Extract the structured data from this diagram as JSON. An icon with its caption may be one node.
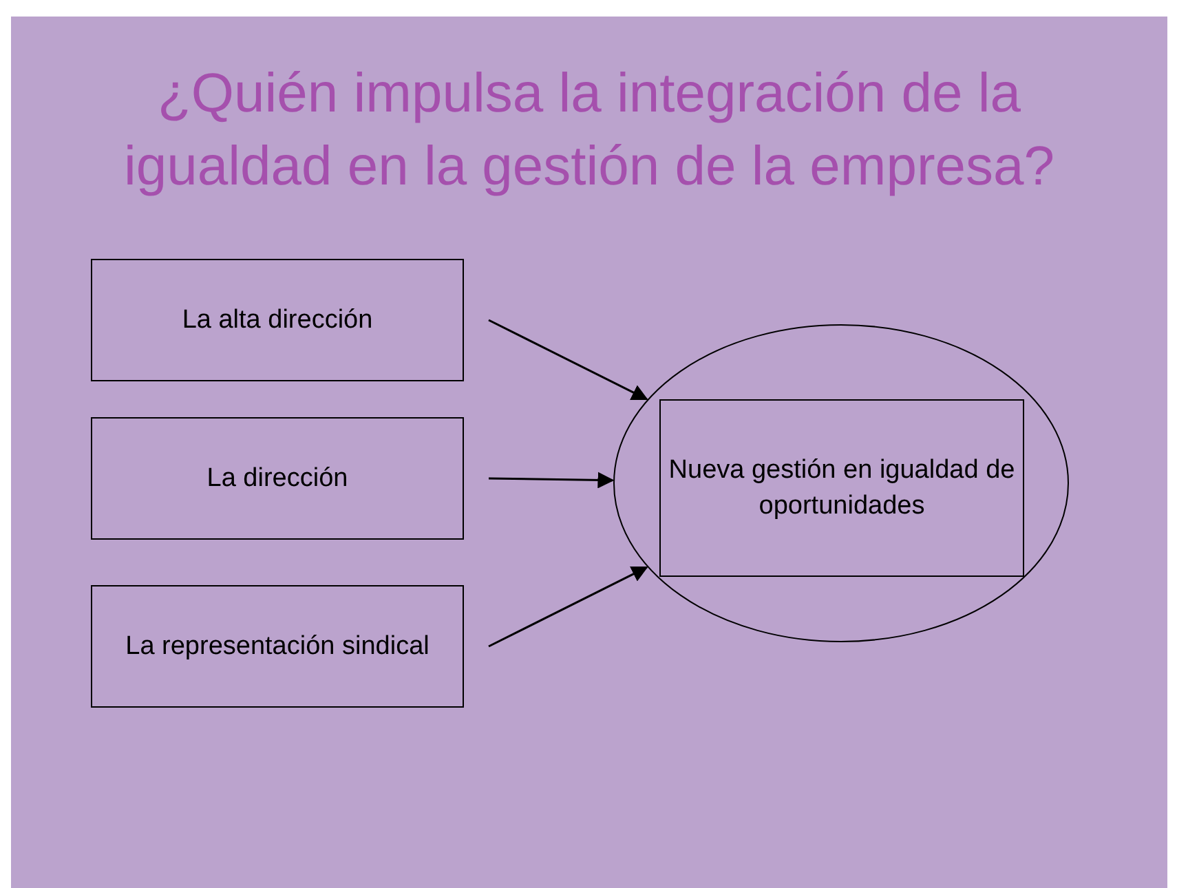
{
  "diagram": {
    "title": "¿Quién impulsa la integración de la igualdad en la gestión de la empresa?",
    "nodes": [
      {
        "text": [
          "La alta dirección"
        ]
      },
      {
        "text": [
          "La dirección"
        ]
      },
      {
        "text": [
          "La representación sindical"
        ]
      },
      {
        "text": [],
        "shape": "circle"
      },
      {
        "text": [
          "Nueva gestión en igualdad de oportunidades"
        ],
        "in": 3
      }
    ],
    "edges": [
      {
        "from": 0,
        "to": 3,
        "arrow": "to"
      },
      {
        "from": 1,
        "to": 3,
        "arrow": "to"
      },
      {
        "from": 2,
        "to": 3,
        "arrow": "to"
      }
    ]
  }
}
